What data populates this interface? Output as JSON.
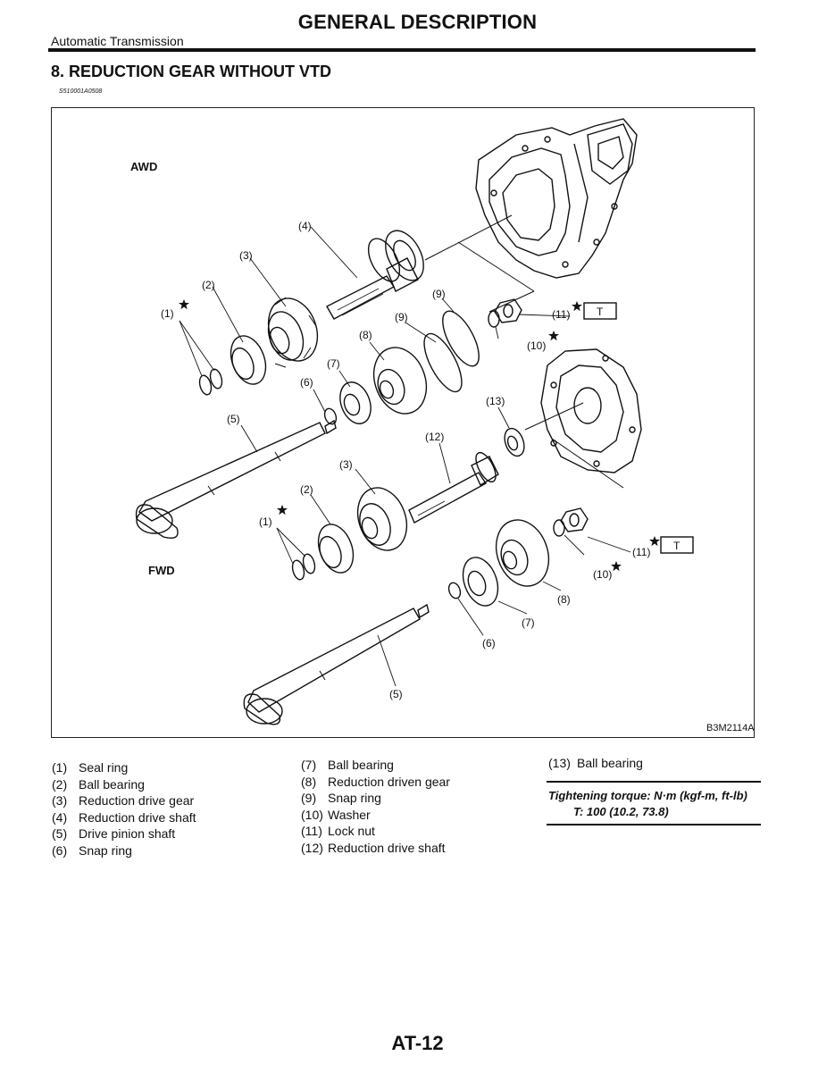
{
  "header": {
    "title": "GENERAL DESCRIPTION",
    "section": "Automatic Transmission"
  },
  "section_heading": "8. REDUCTION GEAR WITHOUT VTD",
  "doc_id": "S510001A0508",
  "figure": {
    "awd_label": "AWD",
    "fwd_label": "FWD",
    "code": "B3M2114A",
    "torque_symbol": "T",
    "callouts": {
      "c1": "(1)",
      "c2": "(2)",
      "c3": "(3)",
      "c4": "(4)",
      "c5": "(5)",
      "c6": "(6)",
      "c7": "(7)",
      "c8": "(8)",
      "c9": "(9)",
      "c10": "(10)",
      "c11": "(11)",
      "c12": "(12)",
      "c13": "(13)"
    }
  },
  "legend": {
    "column1": [
      {
        "num": "(1)",
        "label": "Seal ring"
      },
      {
        "num": "(2)",
        "label": "Ball bearing"
      },
      {
        "num": "(3)",
        "label": "Reduction drive gear"
      },
      {
        "num": "(4)",
        "label": "Reduction drive shaft"
      },
      {
        "num": "(5)",
        "label": "Drive pinion shaft"
      },
      {
        "num": "(6)",
        "label": "Snap ring"
      }
    ],
    "column2": [
      {
        "num": "(7)",
        "label": "Ball bearing"
      },
      {
        "num": "(8)",
        "label": "Reduction driven gear"
      },
      {
        "num": "(9)",
        "label": "Snap ring"
      },
      {
        "num": "(10)",
        "label": "Washer"
      },
      {
        "num": "(11)",
        "label": "Lock nut"
      },
      {
        "num": "(12)",
        "label": "Reduction drive shaft"
      }
    ],
    "column3": [
      {
        "num": "(13)",
        "label": "Ball bearing"
      }
    ]
  },
  "torque": {
    "title": "Tightening torque: N·m (kgf-m, ft-lb)",
    "value": "T: 100 (10.2, 73.8)"
  },
  "page_number": "AT-12"
}
